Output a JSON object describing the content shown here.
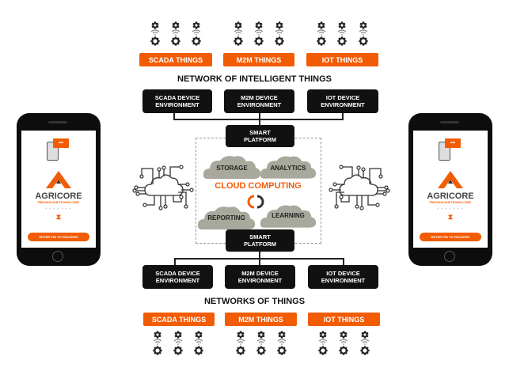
{
  "colors": {
    "accent": "#f25c05",
    "dark": "#111111",
    "cloud": "#a8a89c"
  },
  "top": {
    "things": [
      "SCADA THINGS",
      "M2M THINGS",
      "IOT THINGS"
    ],
    "heading": "NETWORK OF INTELLIGENT THINGS",
    "environments": [
      "SCADA DEVICE\nENVIRONMENT",
      "M2M DEVICE\nENVIRONMENT",
      "IOT DEVICE\nENVIRONMENT"
    ],
    "platform": "SMART\nPLATFORM"
  },
  "cloud": {
    "title": "CLOUD COMPUTING",
    "services": [
      "STORAGE",
      "ANALYTICS",
      "REPORTING",
      "LEARNING"
    ]
  },
  "bottom": {
    "platform": "SMART\nPLATFORM",
    "environments": [
      "SCADA DEVICE\nENVIRONMENT",
      "M2M DEVICE\nENVIRONMENT",
      "IOT DEVICE\nENVIRONMENT"
    ],
    "heading": "NETWORKS OF THINGS",
    "things": [
      "SCADA THINGS",
      "M2M THINGS",
      "IOT THINGS"
    ]
  },
  "phone": {
    "brand": "AGRICORE",
    "tagline": "PRECISION AGRI TECHNOLOGIES",
    "button": "ENTER PIN TO PROCEED"
  },
  "icons": {
    "device": "gear-wifi-device-icon",
    "circuit_cloud": "circuit-cloud-icon",
    "sync": "sync-link-icon"
  }
}
